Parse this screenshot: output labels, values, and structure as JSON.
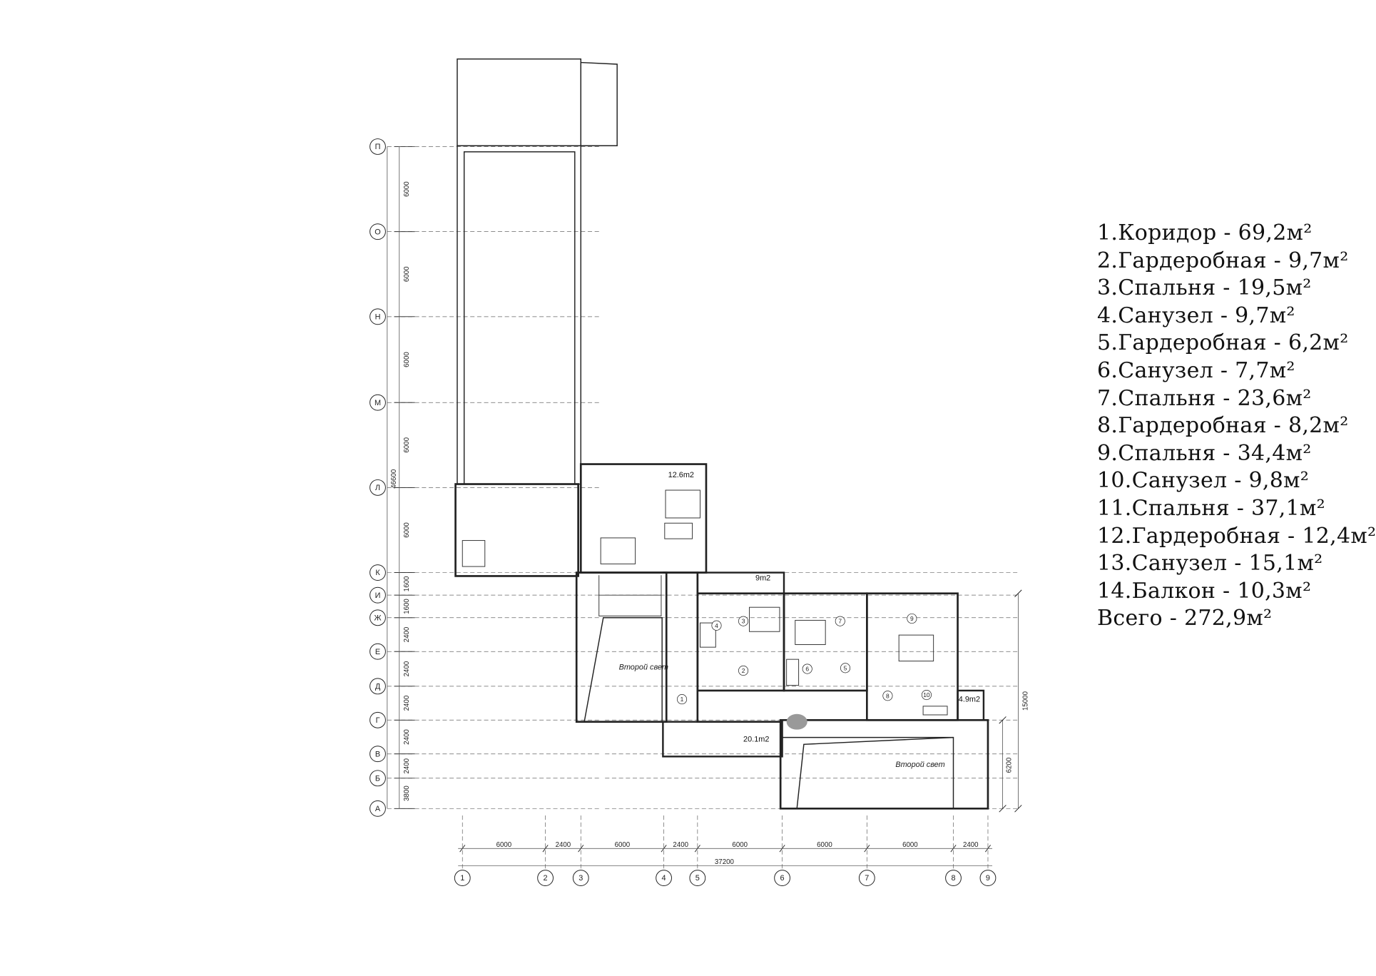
{
  "legend": {
    "items": [
      "1.Коридор - 69,2м²",
      "2.Гардеробная - 9,7м²",
      "3.Спальня - 19,5м²",
      "4.Санузел - 9,7м²",
      "5.Гардеробная - 6,2м²",
      "6.Санузел - 7,7м²",
      "7.Спальня - 23,6м²",
      "8.Гардеробная - 8,2м²",
      "9.Спальня - 34,4м²",
      "10.Санузел - 9,8м²",
      "11.Спальня - 37,1м²",
      "12.Гардеробная - 12,4м²",
      "13.Санузел - 15,1м²",
      "14.Балкон - 10,3м²"
    ],
    "total": "Всего - 272,9м²"
  },
  "plan": {
    "row_axes": [
      "П",
      "О",
      "Н",
      "М",
      "Л",
      "К",
      "И",
      "Ж",
      "Е",
      "Д",
      "Г",
      "В",
      "Б",
      "А"
    ],
    "col_axes": [
      "1",
      "2",
      "3",
      "4",
      "5",
      "6",
      "7",
      "8",
      "9"
    ],
    "row_dims": [
      "6000",
      "6000",
      "6000",
      "6000",
      "6000",
      "1600",
      "1600",
      "2400",
      "2400",
      "2400",
      "2400",
      "2400",
      "3800"
    ],
    "total_height": "46600",
    "col_dims": [
      "6000",
      "2400",
      "6000",
      "2400",
      "6000",
      "6000",
      "6000",
      "2400"
    ],
    "total_width": "37200",
    "right_dims": {
      "upper": "15000",
      "lower": "6200"
    },
    "areas": {
      "a1": "12.6m2",
      "a2": "9m2",
      "a3": "20.1m2",
      "a4": "4.9m2"
    },
    "second_light": "Второй свет",
    "room_numbers": [
      "1",
      "2",
      "3",
      "4",
      "5",
      "6",
      "7",
      "8",
      "9",
      "10"
    ]
  }
}
